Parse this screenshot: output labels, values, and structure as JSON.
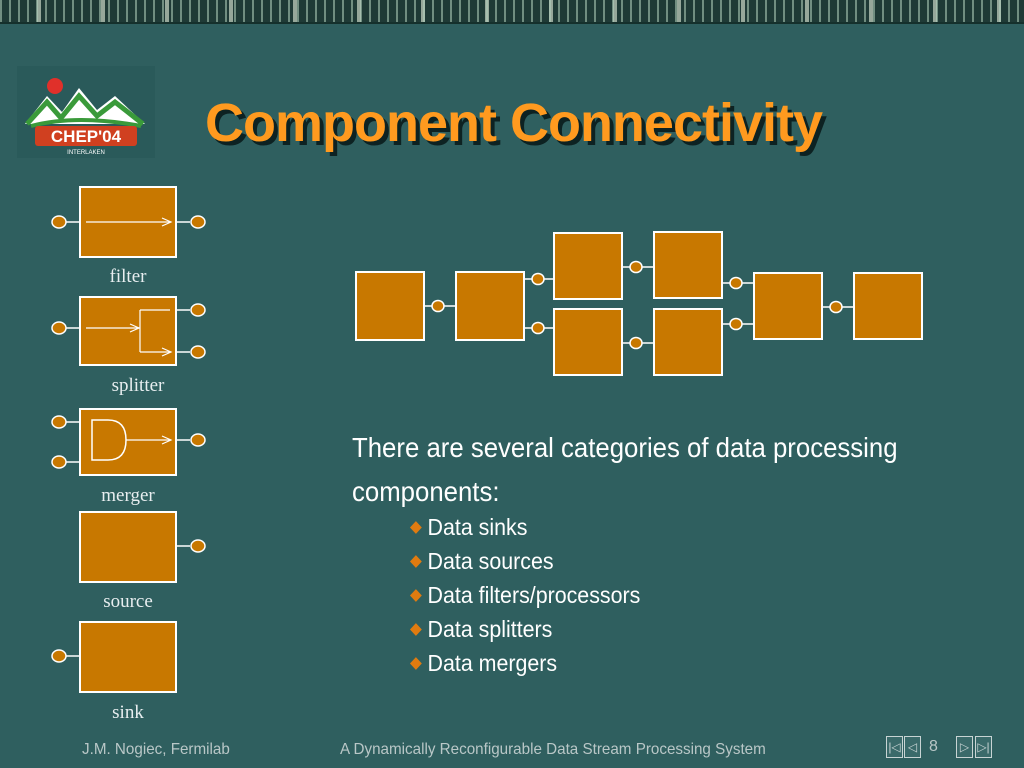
{
  "slide": {
    "title": "Component Connectivity",
    "logo_text": "CHEP'04",
    "logo_subtext": "INTERLAKEN",
    "legend": [
      {
        "label": "filter"
      },
      {
        "label": "splitter"
      },
      {
        "label": "merger"
      },
      {
        "label": "source"
      },
      {
        "label": "sink"
      }
    ],
    "intro": "There are several categories of data processing components:",
    "bullets": [
      "Data sinks",
      "Data sources",
      "Data filters/processors",
      "Data splitters",
      "Data mergers"
    ],
    "footer": {
      "author": "J.M. Nogiec, Fermilab",
      "talk_title": "A Dynamically Reconfigurable Data Stream Processing System",
      "page": "8"
    },
    "colors": {
      "background": "#2f5f5f",
      "component_fill": "#c87800",
      "title": "#ff9a1f",
      "bullet": "#e07b10"
    },
    "icons": [
      "first-slide-icon",
      "previous-slide-icon",
      "next-slide-icon",
      "last-slide-icon"
    ]
  }
}
